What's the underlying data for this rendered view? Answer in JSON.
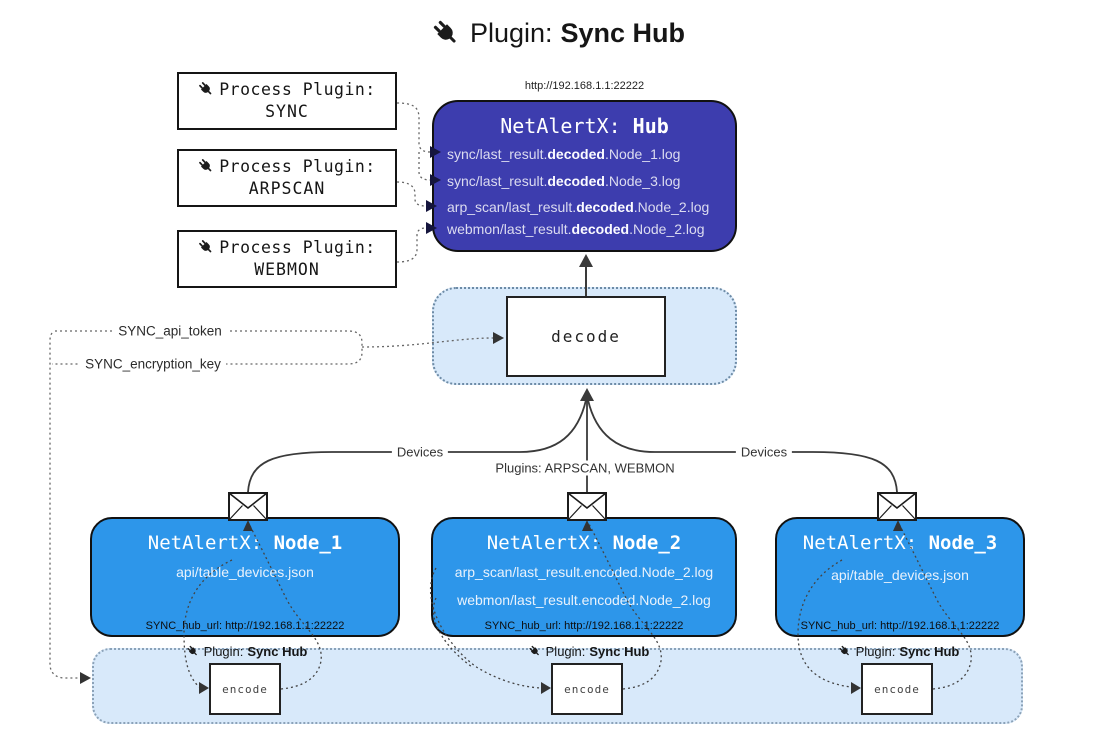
{
  "title": {
    "prefix": "Plugin:",
    "name": "Sync Hub"
  },
  "hub": {
    "url": "http://192.168.1.1:22222",
    "app": "NetAlertX:",
    "name": "Hub",
    "files": [
      {
        "pre": "sync/last_result.",
        "bold": "decoded",
        "post": ".Node_1.log"
      },
      {
        "pre": "sync/last_result.",
        "bold": "decoded",
        "post": ".Node_3.log"
      },
      {
        "pre": "arp_scan/last_result.",
        "bold": "decoded",
        "post": ".Node_2.log"
      },
      {
        "pre": "webmon/last_result.",
        "bold": "decoded",
        "post": ".Node_2.log"
      }
    ]
  },
  "process_plugins": [
    {
      "label": "Process Plugin:",
      "name": "SYNC"
    },
    {
      "label": "Process Plugin:",
      "name": "ARPSCAN"
    },
    {
      "label": "Process Plugin:",
      "name": "WEBMON"
    }
  ],
  "decode": {
    "label": "decode"
  },
  "settings": {
    "api_token": "SYNC_api_token",
    "encryption_key": "SYNC_encryption_key"
  },
  "edges": {
    "devices_left": "Devices",
    "devices_right": "Devices",
    "plugins_center": "Plugins: ARPSCAN, WEBMON"
  },
  "nodes": [
    {
      "app": "NetAlertX:",
      "name": "Node_1",
      "files": [
        "api/table_devices.json"
      ],
      "hub_url": "SYNC_hub_url: http://192.168.1.1:22222"
    },
    {
      "app": "NetAlertX:",
      "name": "Node_2",
      "files": [
        "arp_scan/last_result.encoded.Node_2.log",
        "webmon/last_result.encoded.Node_2.log"
      ],
      "hub_url": "SYNC_hub_url: http://192.168.1.1:22222"
    },
    {
      "app": "NetAlertX:",
      "name": "Node_3",
      "files": [
        "api/table_devices.json"
      ],
      "hub_url": "SYNC_hub_url: http://192.168.1.1:22222"
    }
  ],
  "encode_band": {
    "plugin_prefix": "Plugin:",
    "plugin_name": "Sync Hub",
    "encode_label": "encode"
  },
  "colors": {
    "hub": "#3d3dae",
    "node": "#2d96ea",
    "band": "#d8e9fa",
    "line": "#3a3a3a",
    "connector": "#666666"
  }
}
